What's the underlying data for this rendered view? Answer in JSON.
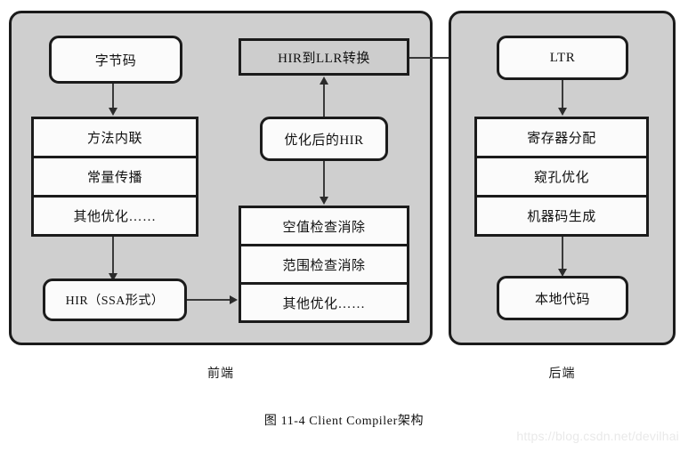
{
  "figure": {
    "caption": "图    11-4    Client Compiler架构",
    "watermark": "https://blog.csdn.net/devilhai"
  },
  "panels": {
    "frontend": {
      "label": "前端",
      "nodes": {
        "bytecode": "字节码",
        "hir_ssa": "HIR（SSA形式）",
        "hir_to_llr": "HIR到LLR转换",
        "optimized_hir": "优化后的HIR"
      },
      "left_stack": [
        "方法内联",
        "常量传播",
        "其他优化……"
      ],
      "middle_stack": [
        "空值检查消除",
        "范围检查消除",
        "其他优化……"
      ]
    },
    "backend": {
      "label": "后端",
      "nodes": {
        "ltr": "LTR",
        "native_code": "本地代码"
      },
      "stack": [
        "寄存器分配",
        "窥孔优化",
        "机器码生成"
      ]
    }
  },
  "colors": {
    "panel_fill": "#cfcfcf",
    "node_fill": "#fbfbfb",
    "stroke": "#1b1b1b",
    "connector": "#3a3a3a",
    "watermark": "#e9e9e9"
  }
}
